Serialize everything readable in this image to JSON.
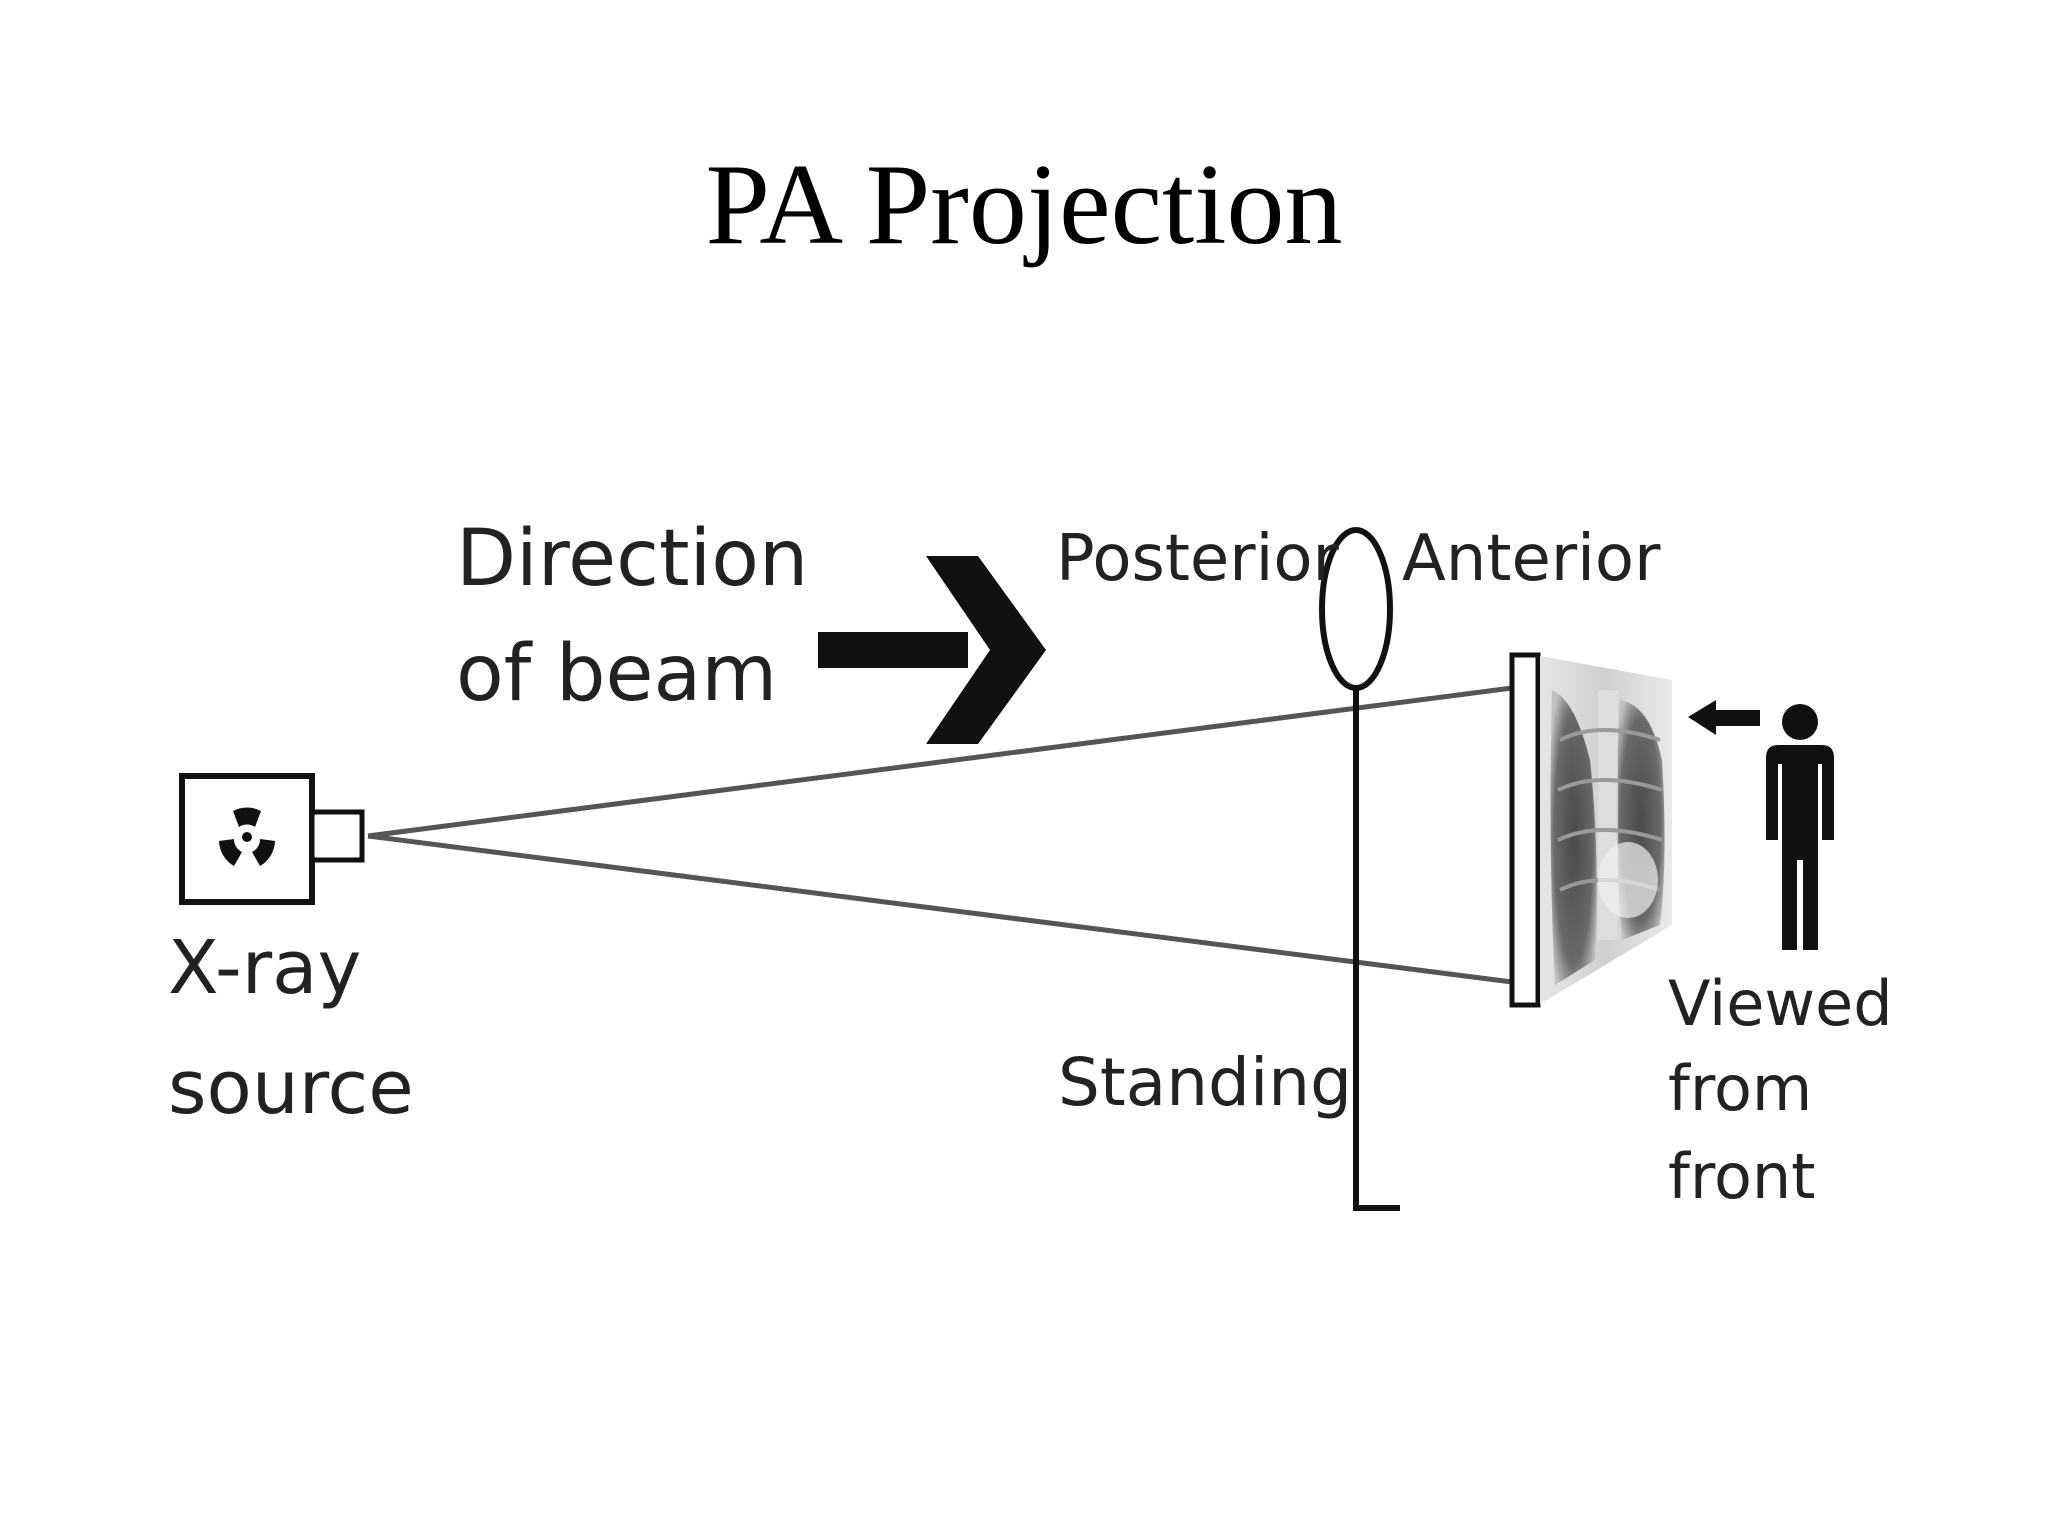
{
  "title": "PA Projection",
  "labels": {
    "direction_line1": "Direction",
    "direction_line2": "of beam",
    "posterior": "Posterior",
    "anterior": "Anterior",
    "xray_line1": "X-ray",
    "xray_line2": "source",
    "standing": "Standing",
    "viewed_line1": "Viewed",
    "viewed_line2": "from",
    "viewed_line3": "front"
  },
  "icons": {
    "source_symbol": "radiation-icon",
    "observer": "person-icon",
    "beam_direction": "arrow-right-icon",
    "view_direction": "arrow-left-icon"
  },
  "colors": {
    "ink": "#111111",
    "beam": "#555555",
    "film_dark": "#2a2a2a",
    "film_light": "#d9d9d9"
  }
}
